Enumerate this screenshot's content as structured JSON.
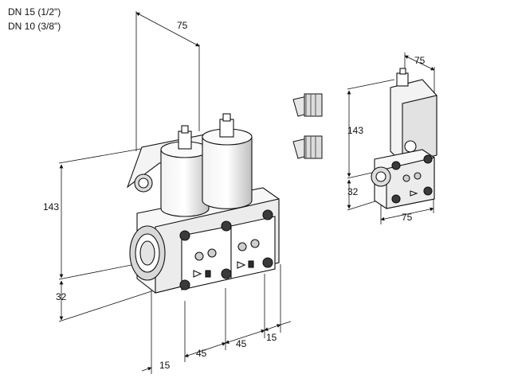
{
  "header": {
    "line1": "DN 15 (1/2\")",
    "line2": "DN 10 (3/8\")"
  },
  "dimensions": {
    "main_depth": "75",
    "main_height": "143",
    "main_base": "32",
    "main_offset_left": "15",
    "main_pitch_1": "45",
    "main_pitch_2": "45",
    "main_offset_right": "15",
    "side_depth": "75",
    "side_height": "143",
    "side_base": "32",
    "side_width": "75"
  },
  "colors": {
    "line": "#111111",
    "body_fill": "#ffffff",
    "shade": "#c8c8c8",
    "dark": "#2b2b2b"
  }
}
